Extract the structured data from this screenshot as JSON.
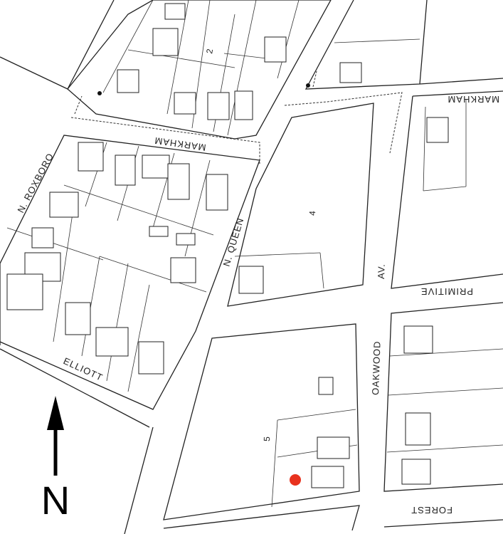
{
  "streets": {
    "roxboro": "N. ROXBORO",
    "markham_west": "MARKHAM",
    "markham_east": "MARKHAM",
    "queen": "N. QUEEN",
    "elliott": "ELLIOTT",
    "oakwood": "OAKWOOD",
    "primitive": "PRIMITIVE",
    "av": "AV.",
    "forest": "FOREST"
  },
  "blocks": {
    "b2": "2",
    "b4": "4",
    "b5": "5"
  },
  "north_arrow": {
    "label": "N"
  },
  "marker": {
    "color": "#e8321e"
  },
  "colors": {
    "ink": "#222222",
    "paper": "#ffffff"
  }
}
